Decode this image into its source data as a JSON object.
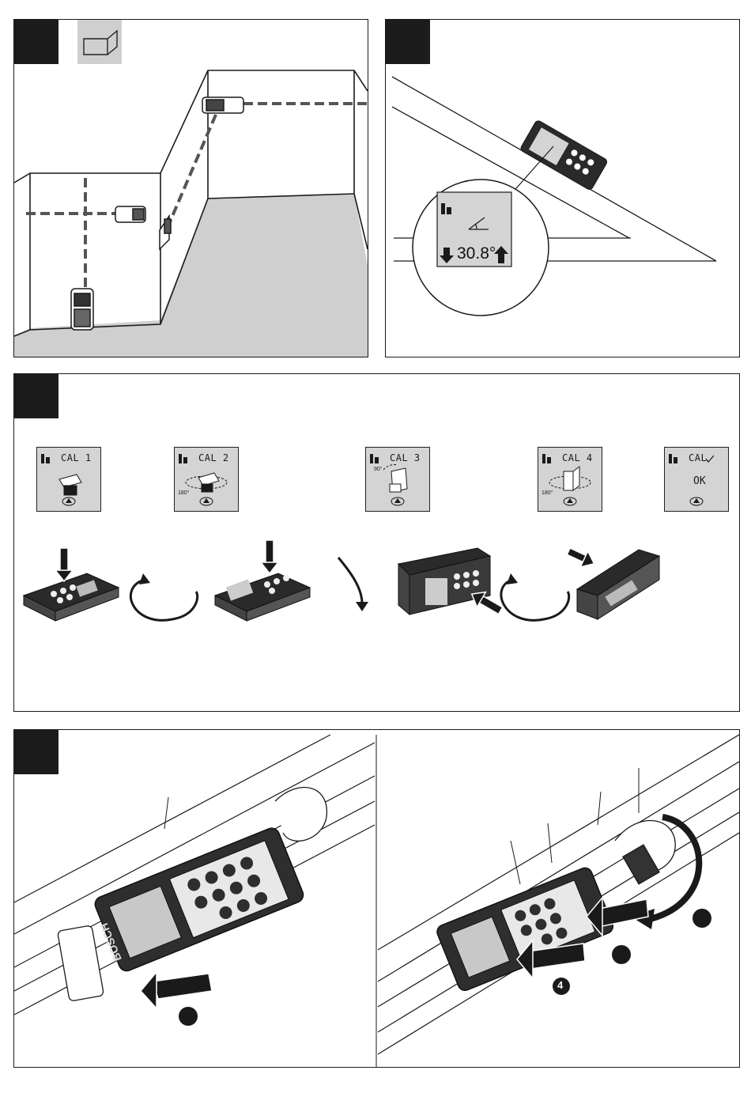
{
  "page": {
    "background": "#ffffff",
    "ink": "#1a1a1a",
    "panel_gray": "#cfcfcf",
    "lcd_gray": "#d4d4d4"
  },
  "panel_top_right": {
    "display_value": "30.8°"
  },
  "panel_calibration": {
    "screens": [
      {
        "label": "CAL 1"
      },
      {
        "label": "CAL 2",
        "angle": "180°"
      },
      {
        "label": "CAL 3",
        "angle": "90°"
      },
      {
        "label": "CAL 4",
        "angle": "180°"
      },
      {
        "label": "CAL",
        "status": "OK"
      }
    ]
  },
  "panel_bottom": {
    "step_marker": "4",
    "brand": "BOSCH"
  },
  "icons": [
    "box-outline-icon",
    "battery-icon",
    "measure-button-icon",
    "rotation-arrow-icon",
    "press-arrow-icon",
    "angle-icon",
    "arrow-down-icon",
    "arrow-up-icon",
    "checkmark-icon"
  ]
}
